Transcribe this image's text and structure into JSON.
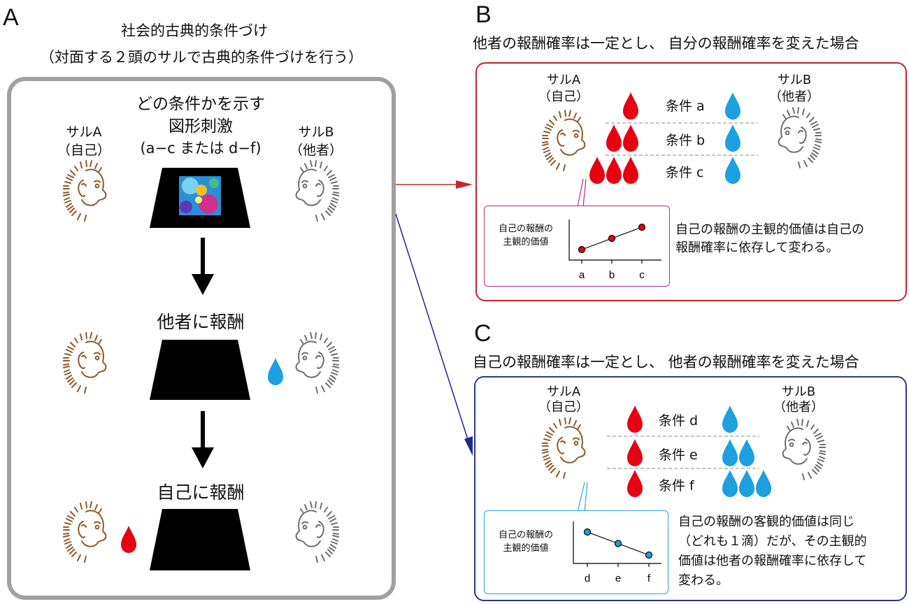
{
  "panelA": {
    "letter": "A",
    "title": "社会的古典的条件づけ",
    "subtitle": "（対面する２頭のサルで古典的条件づけを行う）",
    "stimulus_caption_1": "どの条件かを示す",
    "stimulus_caption_2": "図形刺激",
    "stimulus_caption_3": "(a−c または d−f)",
    "monkeyA_name": "サルA",
    "monkeyA_role": "（自己）",
    "monkeyB_name": "サルB",
    "monkeyB_role": "（他者）",
    "step2_label": "他者に報酬",
    "step3_label": "自己に報酬"
  },
  "panelB": {
    "letter": "B",
    "heading": "他者の報酬確率は一定とし、 自分の報酬確率を変えた場合",
    "monkeyA_name": "サルA",
    "monkeyA_role": "（自己）",
    "monkeyB_name": "サルB",
    "monkeyB_role": "（他者）",
    "conditions": [
      {
        "label": "条件 a",
        "self_drops": 1,
        "other_drops": 1
      },
      {
        "label": "条件 b",
        "self_drops": 2,
        "other_drops": 1
      },
      {
        "label": "条件 c",
        "self_drops": 3,
        "other_drops": 1
      }
    ],
    "plot_ylabel_1": "自己の報酬の",
    "plot_ylabel_2": "主観的価値",
    "description_1": "自己の報酬の主観的価値は自己の",
    "description_2": "報酬確率に依存して変わる。"
  },
  "panelC": {
    "letter": "C",
    "heading": "自己の報酬確率は一定とし、 他者の報酬確率を変えた場合",
    "monkeyA_name": "サルA",
    "monkeyA_role": "（自己）",
    "monkeyB_name": "サルB",
    "monkeyB_role": "（他者）",
    "conditions": [
      {
        "label": "条件 d",
        "self_drops": 1,
        "other_drops": 1
      },
      {
        "label": "条件 e",
        "self_drops": 1,
        "other_drops": 2
      },
      {
        "label": "条件 f",
        "self_drops": 1,
        "other_drops": 3
      }
    ],
    "plot_ylabel_1": "自己の報酬の",
    "plot_ylabel_2": "主観的価値",
    "description_1": "自己の報酬の客観的価値は同じ",
    "description_2": "（どれも１滴）だが、その主観的",
    "description_3": "価値は他者の報酬確率に依存して",
    "description_4": "変わる。"
  },
  "chart_data": [
    {
      "type": "line",
      "x": [
        "a",
        "b",
        "c"
      ],
      "values": [
        1,
        2,
        3
      ],
      "ylabel": "自己の報酬の主観的価値",
      "grid": false
    },
    {
      "type": "line",
      "x": [
        "d",
        "e",
        "f"
      ],
      "values": [
        3,
        2,
        1
      ],
      "ylabel": "自己の報酬の主観的価値",
      "grid": false
    }
  ],
  "colors": {
    "panelA_border": "#a0a0a0",
    "panelB_border": "#c2272d",
    "panelC_border": "#2a3a8c",
    "self_monkey": "#8b5a2b",
    "other_monkey": "#6e6e6e",
    "self_drop": "#e60012",
    "other_drop": "#1e9fe0",
    "plotB_inset": "#b0308e",
    "plotC_inset": "#2aa5d8",
    "arrow_B": "#c2272d",
    "arrow_C": "#1d2a8a"
  },
  "icons": {
    "monkey": "monkey-face-icon",
    "self_reward": "red-drop-icon",
    "other_reward": "blue-drop-icon",
    "screen": "trapezoid-screen-icon"
  }
}
